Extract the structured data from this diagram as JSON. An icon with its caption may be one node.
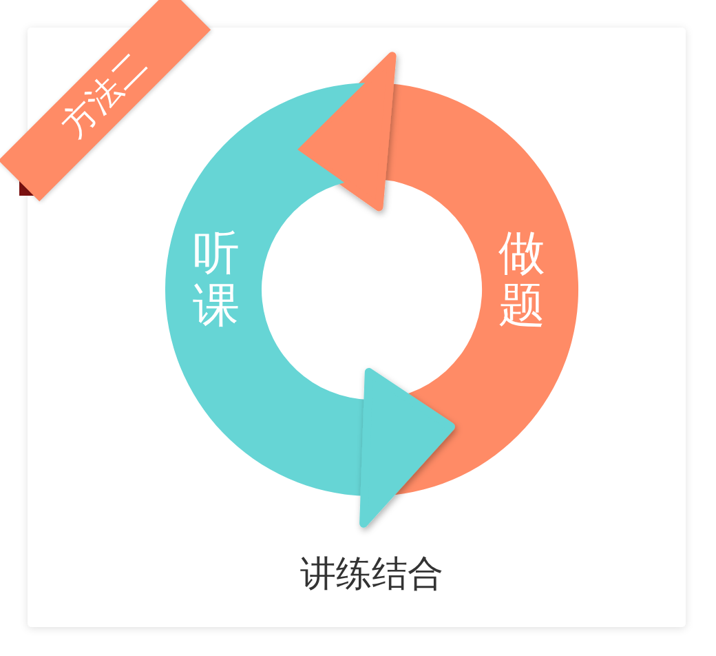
{
  "diagram": {
    "title": "方法二",
    "caption": "讲练结合",
    "nodes": [
      {
        "text": [
          "听课"
        ]
      },
      {
        "text": [
          "做题"
        ]
      }
    ]
  }
}
